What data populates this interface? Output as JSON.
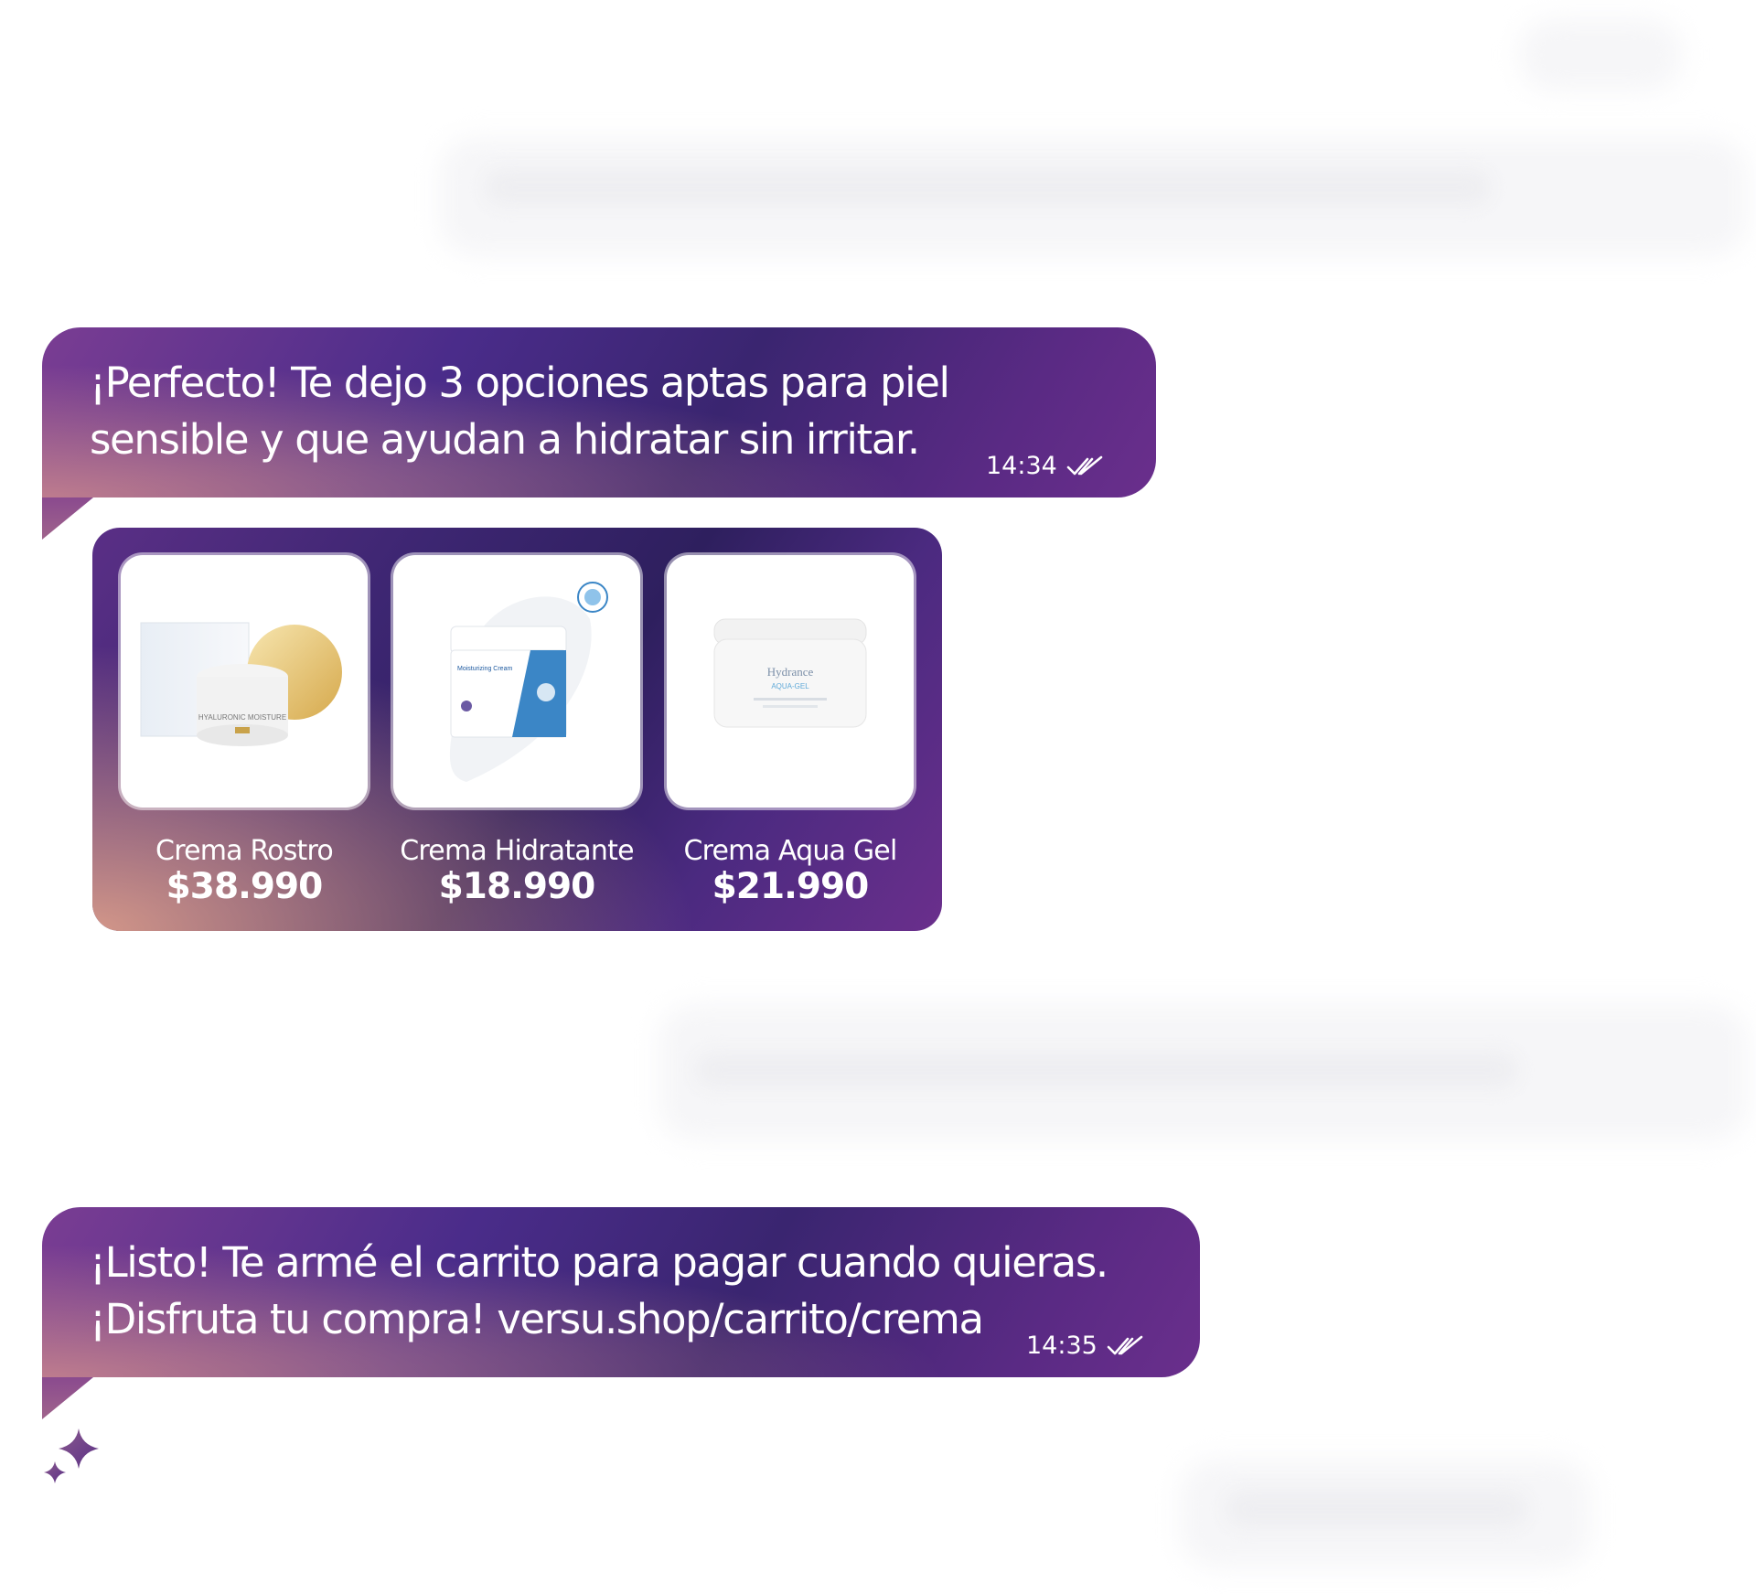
{
  "theme": {
    "bubble_start": "#7a3d93",
    "bubble_mid": "#3a2570",
    "accent_glow": "#e8a08c"
  },
  "messages": [
    {
      "text": "¡Perfecto! Te dejo 3 opciones aptas para piel\nsensible y que ayudan a hidratar sin irritar.",
      "time": "14:34",
      "status_icon": "double-check-icon"
    },
    {
      "text": "¡Listo! Te armé el carrito para pagar cuando quieras.\n¡Disfruta tu compra! versu.shop/carrito/crema",
      "time": "14:35",
      "status_icon": "double-check-icon"
    }
  ],
  "products": [
    {
      "name": "Crema Rostro",
      "price": "$38.990",
      "image": "cream-jar-with-box-image"
    },
    {
      "name": "Crema Hidratante",
      "price": "$18.990",
      "image": "moisturizing-cream-tub-image"
    },
    {
      "name": "Crema Aqua Gel",
      "price": "$21.990",
      "image": "aqua-gel-jar-image"
    }
  ],
  "product_labels": {
    "jar1_label": "HYALURONIC MOISTURE",
    "jar2_label": "Moisturizing Cream",
    "jar3_brand": "Hydrance",
    "jar3_sub": "AQUA-GEL"
  },
  "icons": {
    "sparkle": "sparkle-icon"
  }
}
